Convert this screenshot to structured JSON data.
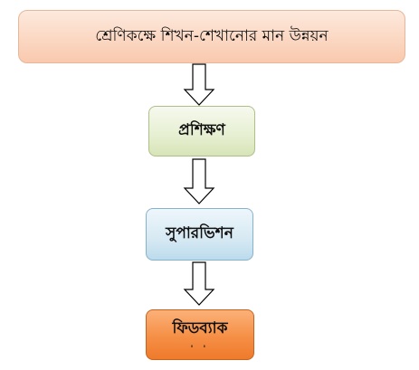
{
  "steps": [
    {
      "label": "শ্রেণিকক্ষে শিখন-শেখানোর মান উন্নয়ন"
    },
    {
      "label": "প্রশিক্ষণ"
    },
    {
      "label": "সুপারভিশন"
    },
    {
      "label": "ফিডব্যাক",
      "sub": "' '"
    }
  ]
}
